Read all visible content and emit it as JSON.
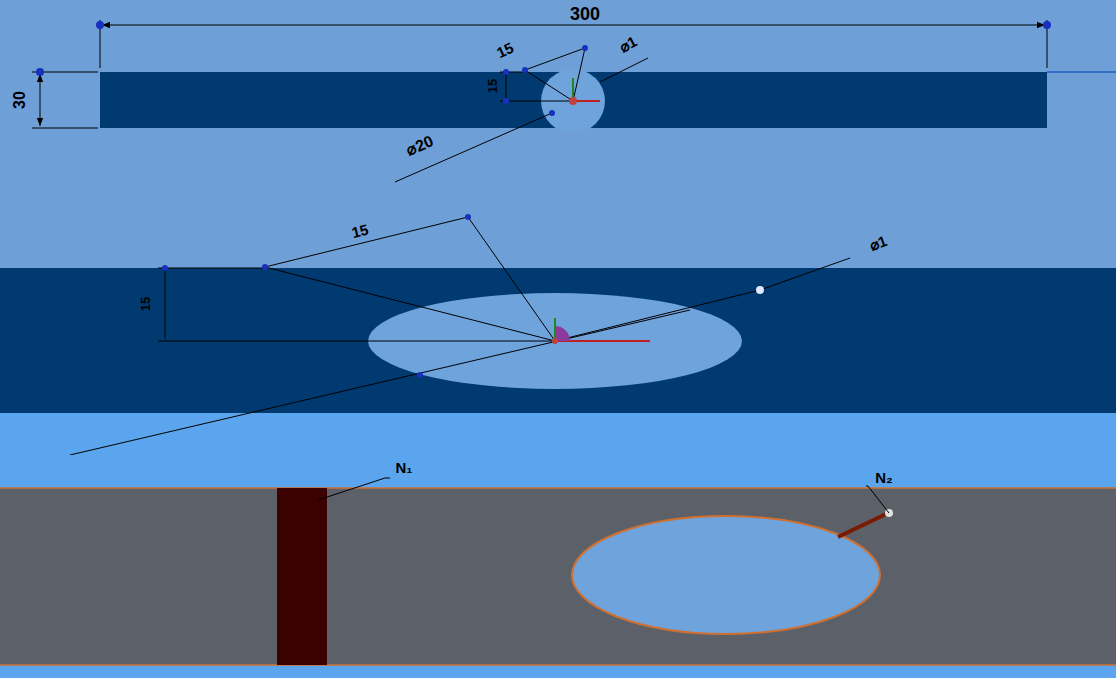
{
  "diagram": {
    "labels": [
      "300",
      "30",
      "15",
      "15",
      "⌀1",
      "⌀20",
      "15",
      "15",
      "⌀1",
      "N₁",
      "N₂"
    ]
  }
}
